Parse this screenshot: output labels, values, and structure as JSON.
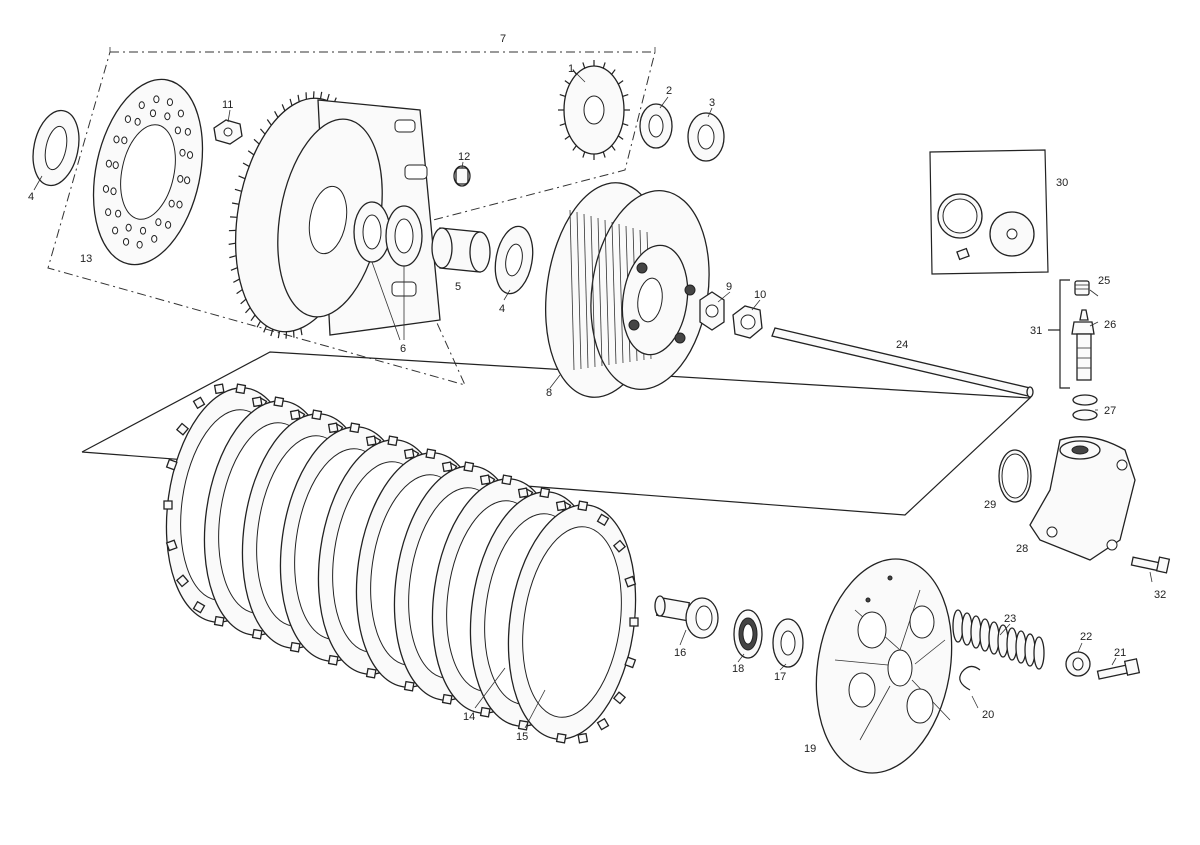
{
  "callouts": [
    {
      "id": "c1",
      "text": "1"
    },
    {
      "id": "c2",
      "text": "2"
    },
    {
      "id": "c3",
      "text": "3"
    },
    {
      "id": "c4a",
      "text": "4"
    },
    {
      "id": "c4b",
      "text": "4"
    },
    {
      "id": "c5",
      "text": "5"
    },
    {
      "id": "c6",
      "text": "6"
    },
    {
      "id": "c7",
      "text": "7"
    },
    {
      "id": "c8",
      "text": "8"
    },
    {
      "id": "c9",
      "text": "9"
    },
    {
      "id": "c10",
      "text": "10"
    },
    {
      "id": "c11",
      "text": "11"
    },
    {
      "id": "c12",
      "text": "12"
    },
    {
      "id": "c13",
      "text": "13"
    },
    {
      "id": "c14",
      "text": "14"
    },
    {
      "id": "c15",
      "text": "15"
    },
    {
      "id": "c16",
      "text": "16"
    },
    {
      "id": "c17",
      "text": "17"
    },
    {
      "id": "c18",
      "text": "18"
    },
    {
      "id": "c19",
      "text": "19"
    },
    {
      "id": "c20",
      "text": "20"
    },
    {
      "id": "c21",
      "text": "21"
    },
    {
      "id": "c22",
      "text": "22"
    },
    {
      "id": "c23",
      "text": "23"
    },
    {
      "id": "c24",
      "text": "24"
    },
    {
      "id": "c25",
      "text": "25"
    },
    {
      "id": "c26",
      "text": "26"
    },
    {
      "id": "c27",
      "text": "27"
    },
    {
      "id": "c28",
      "text": "28"
    },
    {
      "id": "c29",
      "text": "29"
    },
    {
      "id": "c30",
      "text": "30"
    },
    {
      "id": "c31",
      "text": "31"
    },
    {
      "id": "c32",
      "text": "32"
    }
  ]
}
